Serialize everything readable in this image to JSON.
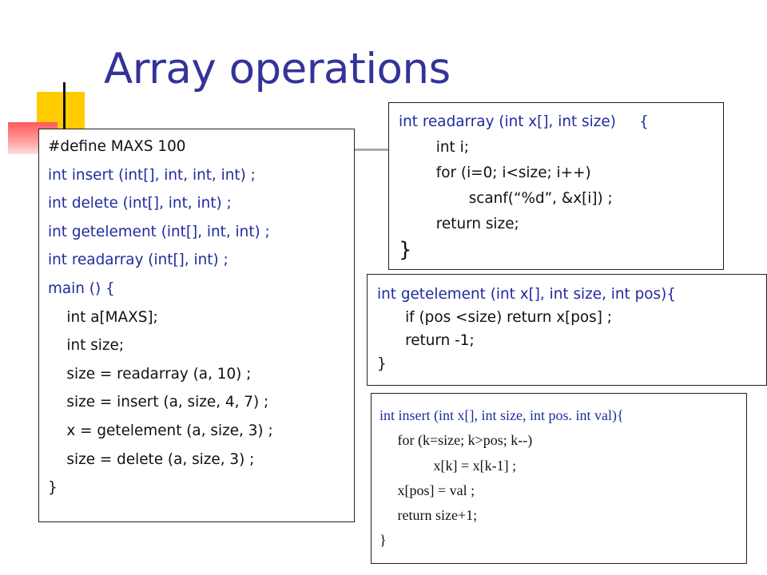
{
  "slide": {
    "title": "Array operations"
  },
  "main_code": {
    "lines": [
      "#define MAXS 100",
      "int insert (int[], int, int, int) ;",
      "int delete (int[], int, int) ;",
      "int getelement (int[], int, int) ;",
      "int readarray (int[], int) ;",
      "main () {",
      "    int a[MAXS];",
      "    int size;",
      "    size = readarray (a, 10) ;",
      "    size = insert (a, size, 4, 7) ;",
      "    x = getelement (a, size, 3) ;",
      "    size = delete (a, size, 3) ;",
      "}"
    ]
  },
  "readarray_code": {
    "signature": "int readarray (int x[], int size)     {",
    "body": [
      "        int i;",
      "        for (i=0; i<size; i++)",
      "               scanf(“%d”, &x[i]) ;",
      "        return size;"
    ],
    "closing": "}"
  },
  "getelement_code": {
    "lines": [
      "int getelement (int x[], int size, int pos){",
      "      if (pos <size) return x[pos] ;",
      "      return -1;",
      "}"
    ]
  },
  "insert_code": {
    "lines": [
      "int insert (int x[], int size, int pos. int val){",
      "     for (k=size; k>pos; k--)",
      "               x[k] = x[k-1] ;",
      "     x[pos] = val ;",
      "     return size+1;",
      "}"
    ]
  },
  "colors": {
    "title": "#333399",
    "declarations": "#1f2b9f",
    "code": "#111111",
    "accent_yellow": "#ffcc00",
    "accent_red": "#ff5a5a"
  }
}
